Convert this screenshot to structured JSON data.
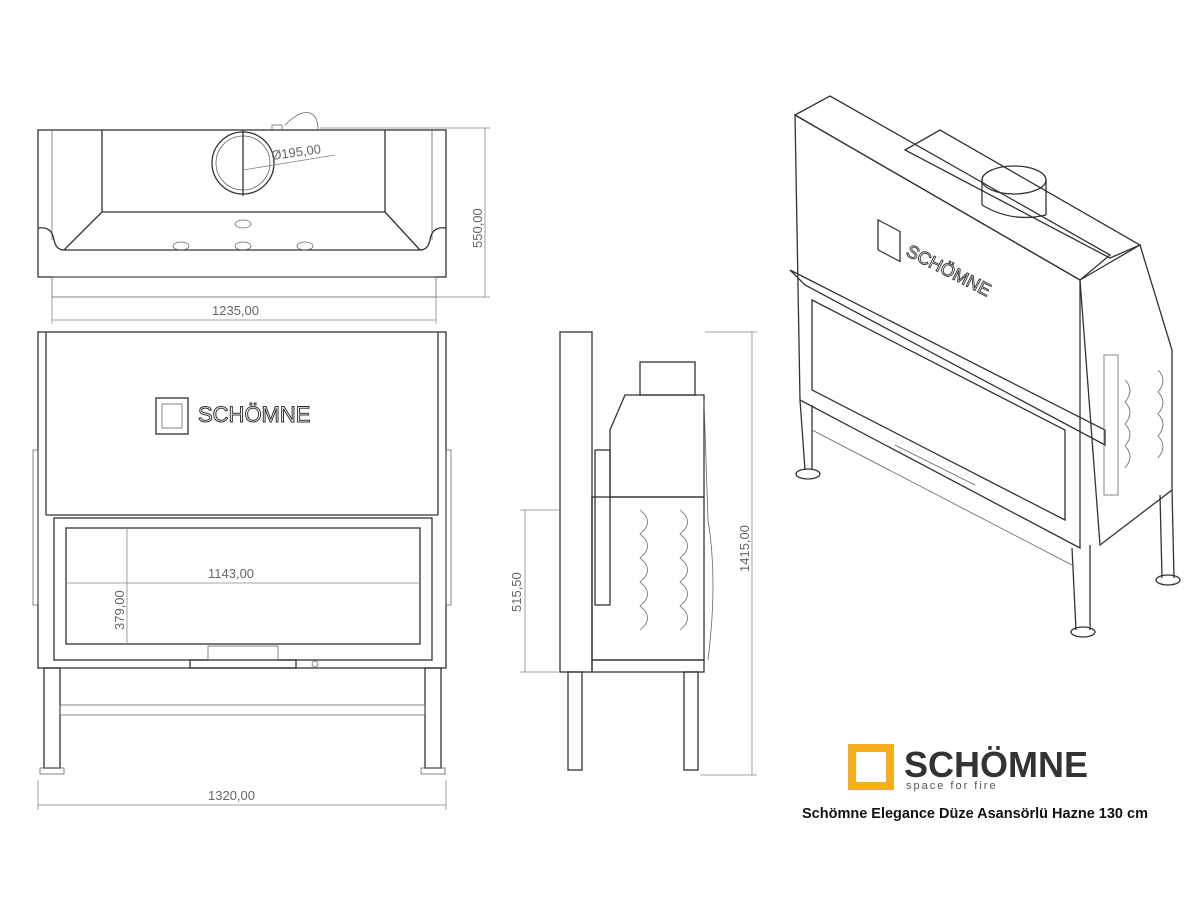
{
  "dimensions": {
    "flue_diameter": "Ø195,00",
    "top_depth": "550,00",
    "top_width": "1235,00",
    "glass_width": "1143,00",
    "glass_height": "379,00",
    "overall_width": "1320,00",
    "overall_height": "1415,00",
    "door_height": "515,50"
  },
  "drawing_logo": "SCHÖMNE",
  "brand": {
    "name": "SCHÖMNE",
    "tagline": "space for fire",
    "color": "#f5ad1c"
  },
  "caption": "Schömne Elegance Düze Asansörlü Hazne 130 cm"
}
